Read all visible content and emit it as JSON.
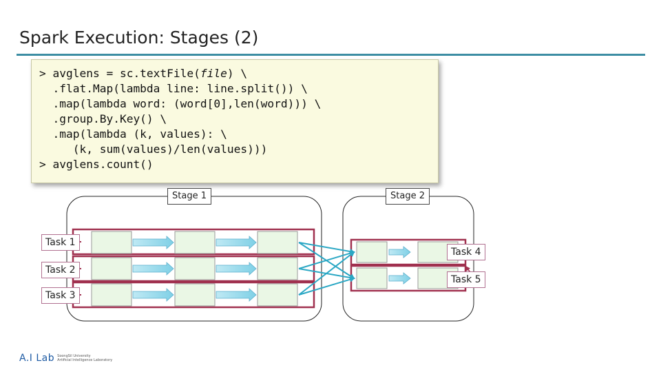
{
  "slide": {
    "title": "Spark Execution: Stages (2)"
  },
  "code": {
    "lines": [
      {
        "pre": "> avglens = sc.text",
        "it": "",
        "post": "File(",
        "it2": "file",
        "post2": ") \\"
      },
      {
        "text": "  .flat.Map(lambda line: line.split()) \\"
      },
      {
        "text": "  .map(lambda word: (word[0],len(word))) \\"
      },
      {
        "text": "  .group.By.Key() \\"
      },
      {
        "text": "  .map(lambda (k, values): \\"
      },
      {
        "text": "     (k, sum(values)/len(values)))"
      },
      {
        "text": "> avglens.count()"
      }
    ]
  },
  "stages": [
    {
      "label": "Stage 1"
    },
    {
      "label": "Stage 2"
    }
  ],
  "tasks": [
    {
      "label": "Task 1"
    },
    {
      "label": "Task 2"
    },
    {
      "label": "Task 3"
    },
    {
      "label": "Task 4"
    },
    {
      "label": "Task 5"
    }
  ],
  "logo": {
    "main": "A.I Lab",
    "sub_line1": "SoongSil University",
    "sub_line2": "Artificial Intelligence Laboratory"
  },
  "colors": {
    "accent_rule": "#3c8da3",
    "task_border": "#a0304f",
    "block_fill": "#eaf7e5",
    "arrow": "#2aa7c4"
  }
}
